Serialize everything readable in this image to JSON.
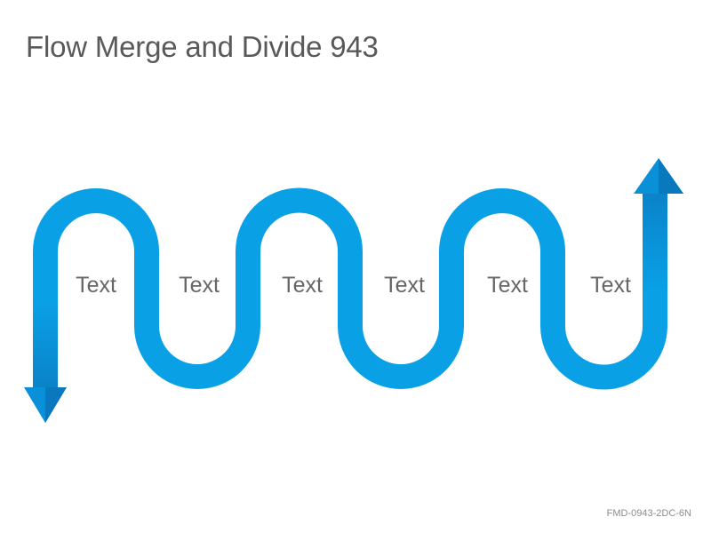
{
  "title": "Flow Merge and Divide 943",
  "steps": [
    {
      "label": "Text"
    },
    {
      "label": "Text"
    },
    {
      "label": "Text"
    },
    {
      "label": "Text"
    },
    {
      "label": "Text"
    },
    {
      "label": "Text"
    }
  ],
  "footer": {
    "code": "FMD-0943-2DC-6N"
  },
  "colors": {
    "ribbon": "#0aa0e6",
    "arrow_shade": "#0a82c8",
    "title_text": "#595959",
    "label_text": "#666666"
  },
  "icons": {
    "start_arrow": "arrow-down-icon",
    "end_arrow": "arrow-up-icon"
  }
}
